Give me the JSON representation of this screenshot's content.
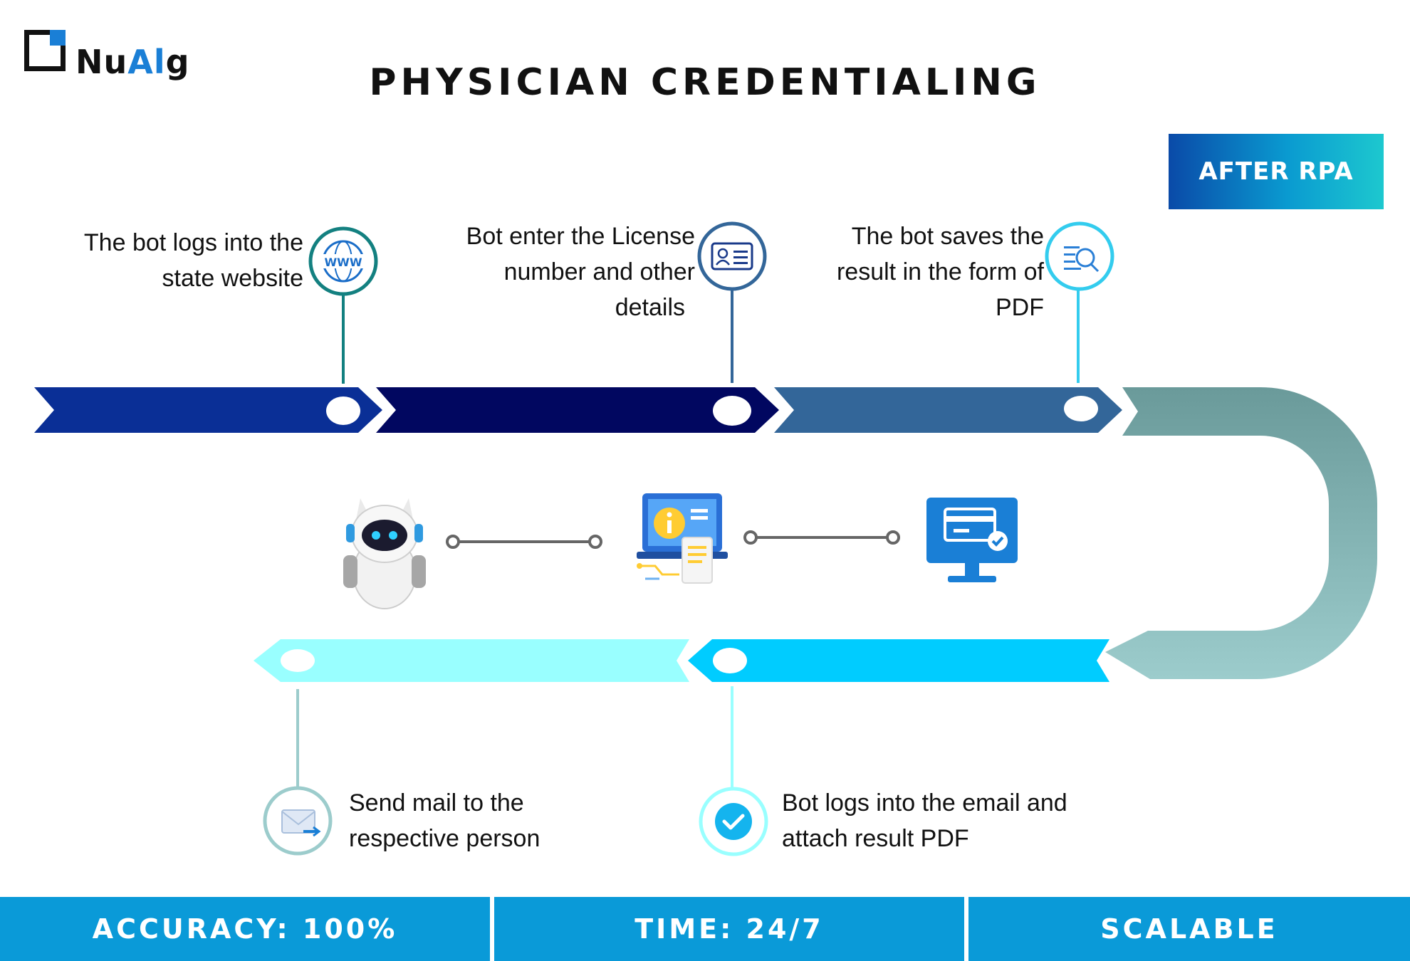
{
  "brand": {
    "logo_text_a": "Nu",
    "logo_text_b": "Al",
    "logo_text_c": "g"
  },
  "title": "PHYSICIAN CREDENTIALING",
  "badge": "AFTER RPA",
  "steps": {
    "s1": {
      "line1": "The bot logs into the",
      "line2": "state website"
    },
    "s2": {
      "line1": "Bot enter the License",
      "line2": "number and other",
      "line3": "details"
    },
    "s3": {
      "line1": "The bot saves the",
      "line2": "result in the form of",
      "line3": "PDF"
    },
    "s4": {
      "line1": "Bot logs into the email and",
      "line2": "attach result PDF"
    },
    "s5": {
      "line1": "Send mail to the",
      "line2": "respective person"
    }
  },
  "icons": {
    "s1": "globe-www-icon",
    "s1_text": "WWW",
    "s2": "id-card-icon",
    "s3": "document-search-icon",
    "s4": "checkmark-icon",
    "s5": "mail-send-icon",
    "center1": "robot-icon",
    "center2": "laptop-info-icon",
    "center3": "monitor-card-icon"
  },
  "colors": {
    "seg1": "#0a2f96",
    "seg2": "#010760",
    "seg3": "#336699",
    "curve_top": "#6a9a9a",
    "curve_bottom": "#9ccccc",
    "seg4": "#00ccff",
    "seg5": "#99ffff",
    "footer": "#0a9ad8"
  },
  "footer": {
    "accuracy": "ACCURACY: 100%",
    "time": "TIME: 24/7",
    "scalable": "SCALABLE"
  }
}
